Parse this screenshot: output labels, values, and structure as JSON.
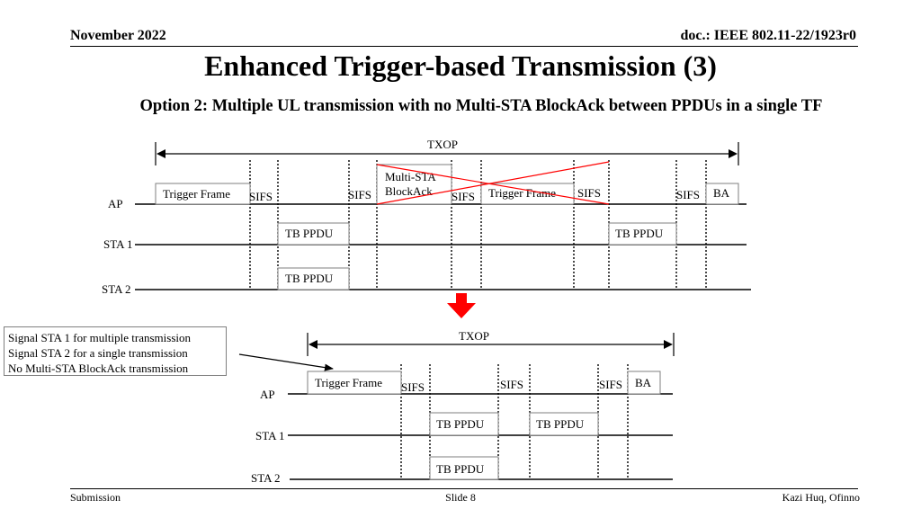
{
  "header": {
    "date": "November 2022",
    "doc": "doc.: IEEE 802.11-22/1923r0"
  },
  "title": "Enhanced Trigger-based Transmission (3)",
  "subtitle": "Option 2: Multiple UL transmission with no Multi-STA BlockAck between PPDUs in a single TF",
  "footer": {
    "left": "Submission",
    "center": "Slide 8",
    "right": "Kazi Huq, Ofinno"
  },
  "top_diagram": {
    "txop": "TXOP",
    "rows": {
      "ap": "AP",
      "sta1": "STA 1",
      "sta2": "STA 2"
    },
    "trigger_frame_1": "Trigger Frame",
    "multi_sta_line1": "Multi-STA",
    "multi_sta_line2": "BlockAck",
    "trigger_frame_2": "Trigger Frame",
    "ba": "BA",
    "tb_ppdu_sta1_a": "TB PPDU",
    "tb_ppdu_sta1_b": "TB PPDU",
    "tb_ppdu_sta2": "TB PPDU",
    "sifs_1": "SIFS",
    "sifs_2": "SIFS",
    "sifs_3": "SIFS",
    "sifs_4": "SIFS",
    "sifs_5": "SIFS"
  },
  "arrow_color": "#ff0000",
  "callout": {
    "line1": "Signal STA 1 for multiple transmission",
    "line2": "Signal STA 2 for a single transmission",
    "line3": "No Multi-STA BlockAck transmission"
  },
  "bottom_diagram": {
    "txop": "TXOP",
    "rows": {
      "ap": "AP",
      "sta1": "STA 1",
      "sta2": "STA 2"
    },
    "trigger_frame": "Trigger Frame",
    "ba": "BA",
    "tb_ppdu_sta1_a": "TB PPDU",
    "tb_ppdu_sta1_b": "TB PPDU",
    "tb_ppdu_sta2": "TB PPDU",
    "sifs_1": "SIFS",
    "sifs_2": "SIFS",
    "sifs_3": "SIFS"
  }
}
